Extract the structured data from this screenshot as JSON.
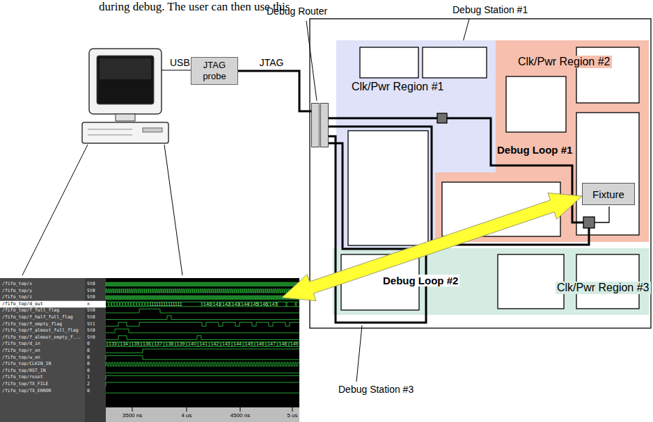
{
  "diagram": {
    "nodes": [
      {
        "text": [
          "JTAG probe"
        ]
      },
      {
        "text": [
          "Debug Router"
        ]
      },
      {
        "text": [
          "Clk/Pwr Region #1"
        ]
      },
      {
        "text": [
          "Clk/Pwr Region #2"
        ]
      },
      {
        "text": [
          "Fixture"
        ],
        "in": 3
      },
      {
        "text": [
          "Clk/Pwr Region #3"
        ]
      }
    ],
    "edges": [
      {
        "from": 0,
        "to": 1,
        "label": "JTAG",
        "arrow": "none"
      }
    ],
    "labels": [
      "during debug.  The user can then use this",
      "USB",
      "Debug Station #1",
      "Debug Loop #1",
      "Debug Loop #2",
      "Debug Station #3",
      "/fifo_top/x",
      "/fifo_top/y",
      "/fifo_top/z",
      "/fifo_top/d_out",
      "/fifo_top/f_full_flag",
      "/fifo_top/f_half_full_flag",
      "/fifo_top/f_empty_flag",
      "/fifo_top/f_almost_full_flag",
      "/fifo_top/f_almost_empty_f...",
      "/fifo_top/d_in",
      "/fifo_top/r_en",
      "/fifo_top/w_en",
      "/fifo_top/CLKIN_IN",
      "/fifo_top/RST_IN",
      "/fifo_top/reset",
      "/fifo_top/TX_FILE",
      "/fifo_top/TX_ERROR",
      "St0",
      "St0",
      "St0",
      "x",
      "St0",
      "St0",
      "St1",
      "St0",
      "St0",
      "0",
      "0",
      "0",
      "0",
      "0",
      "1",
      "2",
      "0",
      "11111111111111",
      "140",
      "141",
      "142",
      "143",
      "144",
      "145",
      "146",
      "147",
      "133",
      "134",
      "135",
      "136",
      "137",
      "138",
      "139",
      "140",
      "141",
      "142",
      "143",
      "144",
      "145",
      "146",
      "147",
      "148",
      "149",
      "3500 ns",
      "4 us",
      "4500 ns",
      "5 us"
    ]
  }
}
